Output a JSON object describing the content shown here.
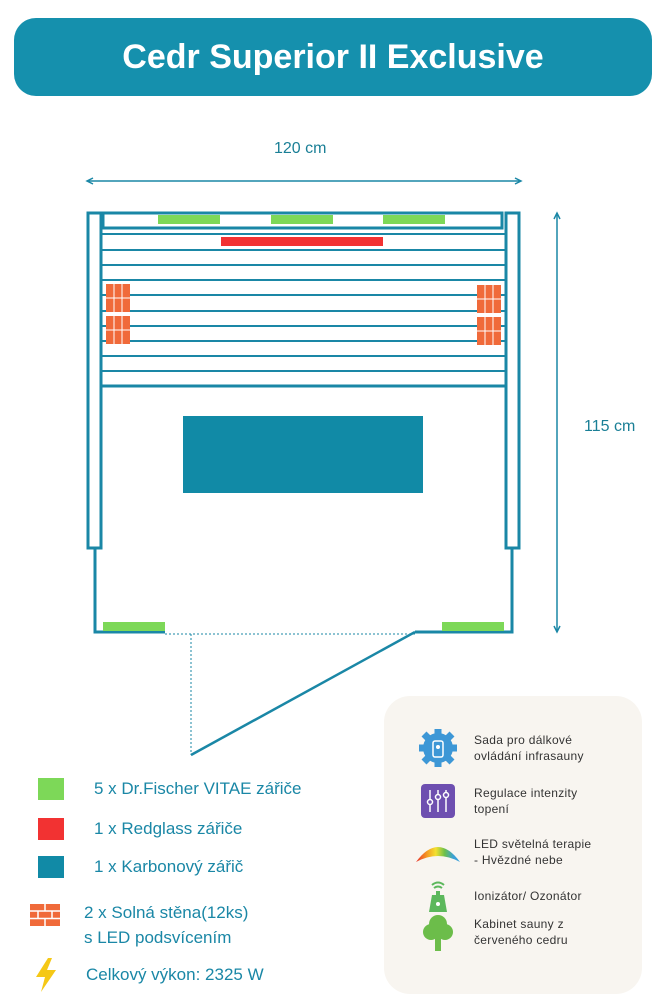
{
  "title": "Cedr Superior II Exclusive",
  "dimensions": {
    "width": "120 cm",
    "depth": "115 cm"
  },
  "legend": [
    {
      "label": "5 x Dr.Fischer VITAE zářiče",
      "color": "#7dd858",
      "icon": "green-square"
    },
    {
      "label": "1 x Redglass zářiče",
      "color": "#f23232",
      "icon": "red-square"
    },
    {
      "label": "1 x Karbonový zářič",
      "color": "#118aa6",
      "icon": "blue-square"
    },
    {
      "label": "2 x Solná stěna(12ks)",
      "label2": "s LED podsvícením",
      "color": "#f06a3a",
      "icon": "brick-icon"
    },
    {
      "label": "Celkový výkon: 2325 W",
      "color": "#f5c816",
      "icon": "lightning-icon"
    }
  ],
  "features": [
    {
      "line1": "Sada pro dálkové",
      "line2": "ovládání infrasauny",
      "icon": "remote-gear-icon"
    },
    {
      "line1": "Regulace intenzity",
      "line2": "topení",
      "icon": "sliders-icon"
    },
    {
      "line1": "LED světelná terapie",
      "line2": "- Hvězdné nebe",
      "icon": "rainbow-icon"
    },
    {
      "line1": "Ionizátor/ Ozonátor",
      "line2": "",
      "icon": "ionizer-icon"
    },
    {
      "line1": "Kabinet sauny z",
      "line2": "červeného cedru",
      "icon": "tree-icon"
    }
  ]
}
